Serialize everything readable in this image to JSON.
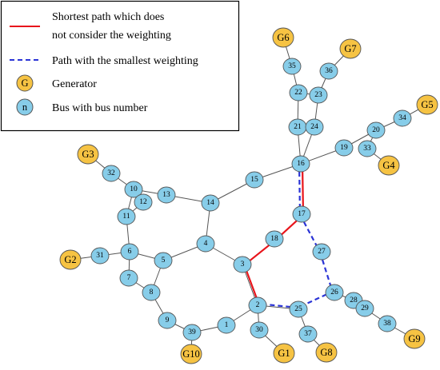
{
  "legend": {
    "shortest_path": "Shortest path which does",
    "shortest_path_line2": "not consider the weighting",
    "weighted_path": "Path with the smallest weighting",
    "generator_symbol": "G",
    "generator": "Generator",
    "bus_symbol": "n",
    "bus": "Bus with bus number"
  },
  "colors": {
    "bus_fill": "#87cde9",
    "generator_fill": "#f6c343",
    "edge": "#555555",
    "shortest_path": "#e8141b",
    "weighted_path": "#2b34d6"
  },
  "buses": [
    "1",
    "2",
    "3",
    "4",
    "5",
    "6",
    "7",
    "8",
    "9",
    "10",
    "11",
    "12",
    "13",
    "14",
    "15",
    "16",
    "17",
    "18",
    "19",
    "20",
    "21",
    "22",
    "23",
    "24",
    "25",
    "26",
    "27",
    "28",
    "29",
    "30",
    "31",
    "32",
    "33",
    "34",
    "35",
    "36",
    "37",
    "38",
    "39"
  ],
  "generators": [
    "G1",
    "G2",
    "G3",
    "G4",
    "G5",
    "G6",
    "G7",
    "G8",
    "G9",
    "G10"
  ],
  "edges": [
    [
      "G6",
      "35"
    ],
    [
      "35",
      "22"
    ],
    [
      "G7",
      "36"
    ],
    [
      "36",
      "23"
    ],
    [
      "22",
      "23"
    ],
    [
      "22",
      "21"
    ],
    [
      "23",
      "24"
    ],
    [
      "21",
      "24"
    ],
    [
      "21",
      "16"
    ],
    [
      "24",
      "16"
    ],
    [
      "G5",
      "34"
    ],
    [
      "34",
      "20"
    ],
    [
      "20",
      "19"
    ],
    [
      "20",
      "33"
    ],
    [
      "33",
      "G4"
    ],
    [
      "19",
      "16"
    ],
    [
      "16",
      "15"
    ],
    [
      "15",
      "14"
    ],
    [
      "14",
      "13"
    ],
    [
      "14",
      "4"
    ],
    [
      "13",
      "10"
    ],
    [
      "G3",
      "32"
    ],
    [
      "32",
      "10"
    ],
    [
      "10",
      "12"
    ],
    [
      "12",
      "11"
    ],
    [
      "10",
      "11"
    ],
    [
      "11",
      "6"
    ],
    [
      "G2",
      "31"
    ],
    [
      "31",
      "6"
    ],
    [
      "6",
      "5"
    ],
    [
      "6",
      "7"
    ],
    [
      "7",
      "8"
    ],
    [
      "5",
      "8"
    ],
    [
      "5",
      "4"
    ],
    [
      "4",
      "3"
    ],
    [
      "8",
      "9"
    ],
    [
      "9",
      "39"
    ],
    [
      "39",
      "1"
    ],
    [
      "39",
      "G10"
    ],
    [
      "1",
      "2"
    ],
    [
      "2",
      "30"
    ],
    [
      "30",
      "G1"
    ],
    [
      "25",
      "37"
    ],
    [
      "37",
      "G8"
    ],
    [
      "26",
      "28"
    ],
    [
      "28",
      "29"
    ],
    [
      "29",
      "38"
    ],
    [
      "38",
      "G9"
    ],
    [
      "3",
      "2"
    ],
    [
      "2",
      "25"
    ]
  ],
  "shortest_path": [
    "16",
    "17",
    "18",
    "3",
    "2"
  ],
  "weighted_path": [
    "16",
    "17",
    "27",
    "26",
    "25",
    "2"
  ]
}
